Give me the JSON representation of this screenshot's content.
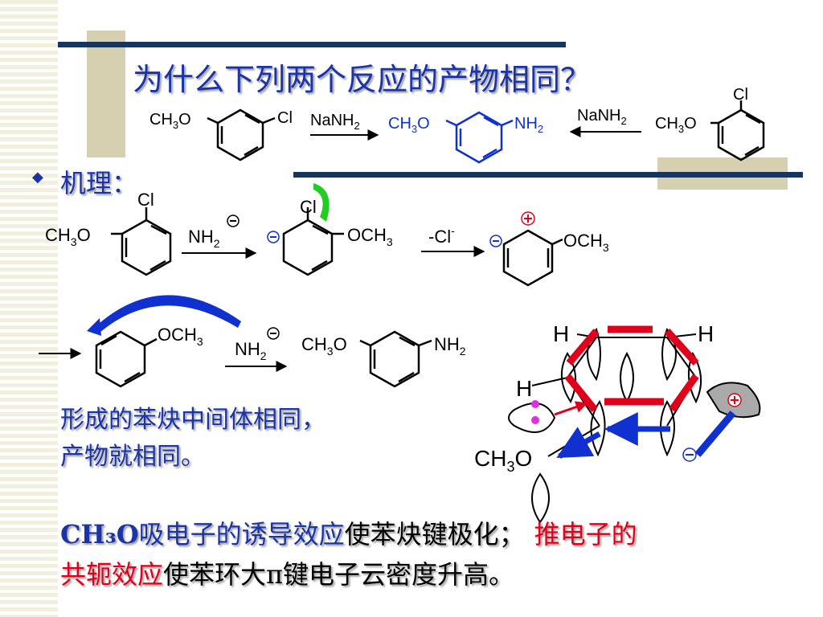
{
  "slide": {
    "title": "为什么下列两个反应的产物相同？",
    "mechanism_label": "机理：",
    "conclusion_line1": "形成的苯炔中间体相同，",
    "conclusion_line2": "产物就相同。",
    "bottom": {
      "part1": "CH₃O",
      "part2": "吸电子的诱导效应",
      "part3": "使苯炔键极化；",
      "part4": "推电子的",
      "part5": "共轭效应",
      "part6": "使苯环大π键电子云密度升高。"
    }
  },
  "labels": {
    "ch3o": "CH",
    "o": "O",
    "sub3": "3",
    "cl": "Cl",
    "nanh": "NaNH",
    "sub2": "2",
    "nh": "NH",
    "och": "OCH",
    "minus_cl": "-Cl",
    "h": "H",
    "plus": "+",
    "minus": "−"
  },
  "colors": {
    "title": "#1a34a8",
    "red": "#e0001b",
    "blue": "#1a34a8",
    "bar": "#16365d",
    "green": "#22cc22"
  }
}
